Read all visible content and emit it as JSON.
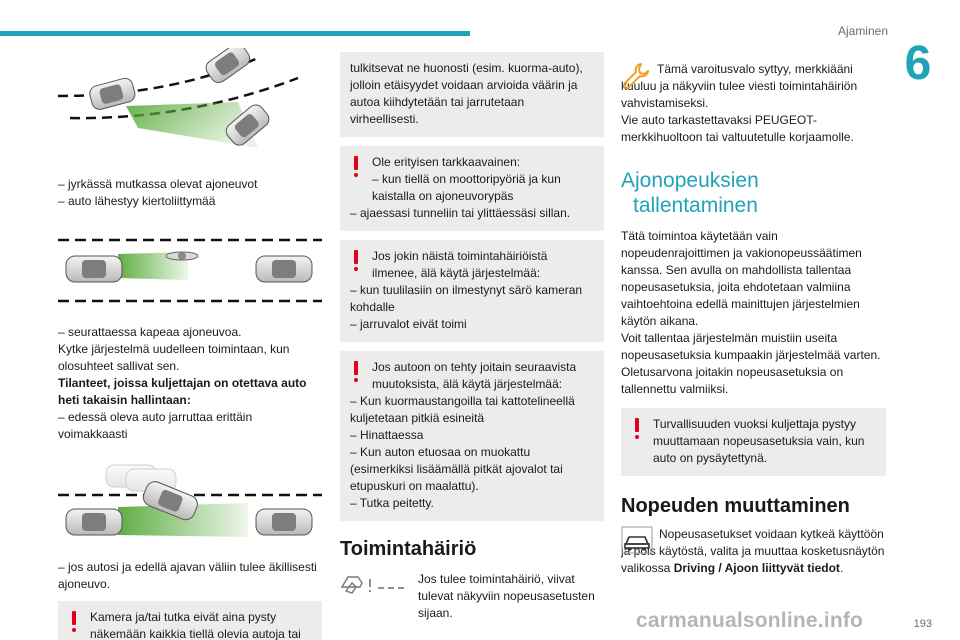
{
  "header": {
    "section_title": "Ajaminen",
    "chapter_number": "6"
  },
  "footer": {
    "page_number": "193",
    "watermark": "carmanualsonline.info"
  },
  "col1": {
    "list_a": [
      "– jyrkässä mutkassa olevat ajoneuvot",
      "– auto lähestyy kiertoliittymää"
    ],
    "text_b": [
      "– seurattaessa kapeaa ajoneuvoa.",
      "Kytke järjestelmä uudelleen toimintaan, kun olosuhteet sallivat sen."
    ],
    "bold_b": "Tilanteet, joissa kuljettajan on otettava auto heti takaisin hallintaan:",
    "text_b2": "– edessä oleva auto jarruttaa erittäin voimakkaasti",
    "text_c": "– jos autosi ja edellä ajavan väliin tulee äkillisesti ajoneuvo.",
    "warn": "Kamera ja/tai tutka eivät aina pysty näkemään kaikkia tiellä olevia autoja tai"
  },
  "col2": {
    "intro_box": "tulkitsevat ne huonosti (esim. kuorma-auto), jolloin etäisyydet voidaan arvioida väärin ja autoa kiihdytetään tai jarrutetaan virheellisesti.",
    "warn1_head": "Ole erityisen tarkkaavainen:",
    "warn1_lines": [
      "– kun tiellä on moottoripyöriä ja kun kaistalla on ajoneuvorypäs",
      "– ajaessasi tunneliin tai ylittäessäsi sillan."
    ],
    "warn2_head": "Jos jokin näistä toimintahäiriöistä ilmenee, älä käytä järjestelmää:",
    "warn2_lines": [
      "– kun tuulilasiin on ilmestynyt särö kameran kohdalle",
      "– jarruvalot eivät toimi"
    ],
    "warn3_head": "Jos autoon on tehty joitain seuraavista muutoksista, älä käytä järjestelmää:",
    "warn3_lines": [
      "– Kun kuormaustangoilla tai kattotelineellä kuljetetaan pitkiä esineitä",
      "– Hinattaessa",
      "– Kun auton etuosaa on muokattu (esimerkiksi lisäämällä pitkät ajovalot tai etupuskuri on maalattu).",
      "– Tutka peitetty."
    ],
    "fault_title": "Toimintahäiriö",
    "fault_text": "Jos tulee toimintahäiriö, viivat tulevat näkyviin nopeusasetusten sijaan."
  },
  "col3": {
    "wrench_text": "Tämä varoitusvalo syttyy, merkkiääni kuuluu ja näkyviin tulee viesti toimintahäiriön vahvistamiseksi.",
    "wrench_text2": "Vie auto tarkastettavaksi PEUGEOT-merkkihuoltoon tai valtuutetulle korjaamolle.",
    "title_save_1": "Ajonopeuksien",
    "title_save_2": "tallentaminen",
    "save_text": "Tätä toimintoa käytetään vain nopeudenrajoittimen ja vakionopeussäätimen kanssa. Sen avulla on mahdollista tallentaa nopeusasetuksia, joita ehdotetaan valmiina vaihtoehtoina edellä mainittujen järjestelmien käytön aikana.",
    "save_text2": "Voit tallentaa järjestelmän muistiin useita nopeusasetuksia kumpaakin järjestelmää varten. Oletusarvona joitakin nopeusasetuksia on tallennettu valmiiksi.",
    "warn": "Turvallisuuden vuoksi kuljettaja pystyy muuttamaan nopeusasetuksia vain, kun auto on pysäytettynä.",
    "title_change": "Nopeuden muuttaminen",
    "change_text": "Nopeusasetukset voidaan kytkeä käyttöön ja pois käytöstä, valita ja muuttaa kosketusnäytön valikossa",
    "change_bold": "Driving / Ajoon liittyvät tiedot",
    "change_end": "."
  },
  "colors": {
    "accent": "#1fa3b8",
    "warning_red": "#e3001b",
    "box_gray": "#ececec",
    "beam_green": "#58a93a"
  }
}
